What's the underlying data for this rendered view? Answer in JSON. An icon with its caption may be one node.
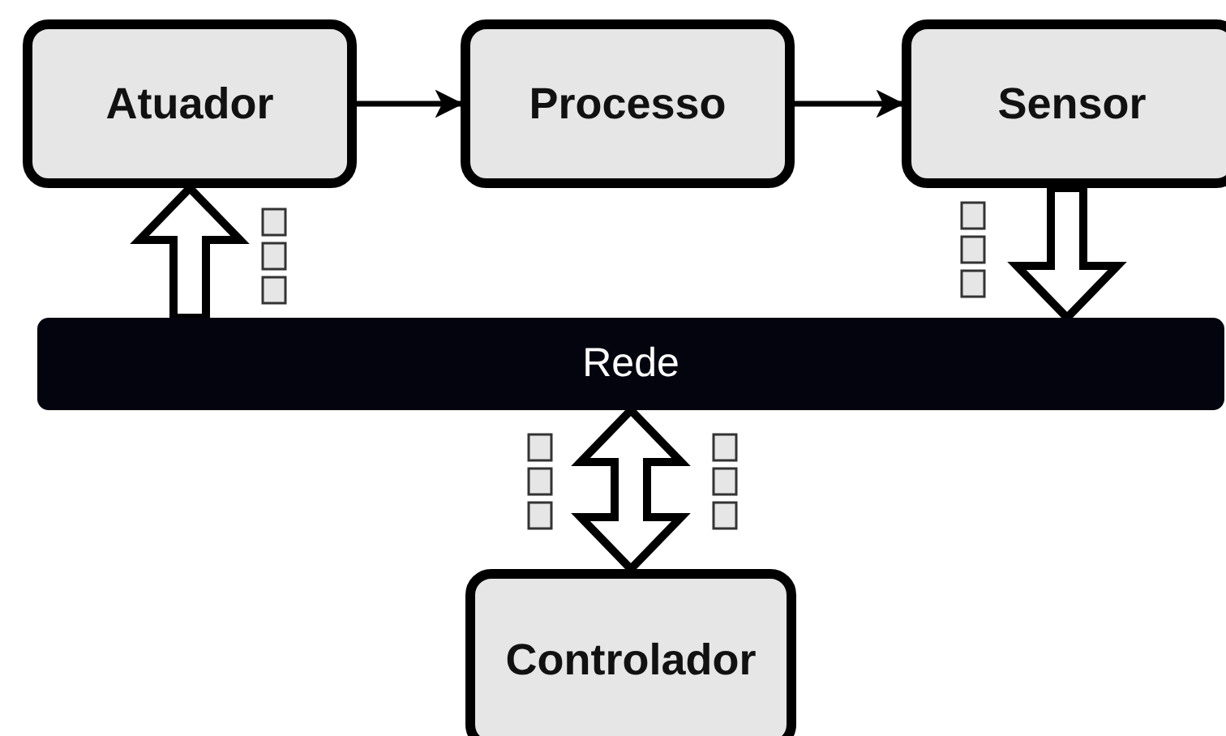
{
  "diagram": {
    "nodes": [
      {
        "text": [
          "Atuador"
        ]
      },
      {
        "text": [
          "Processo"
        ]
      },
      {
        "text": [
          "Sensor"
        ]
      },
      {
        "text": [
          "Rede"
        ]
      },
      {
        "text": [
          "Controlador"
        ]
      }
    ],
    "edges": [
      {
        "from": 0,
        "to": 1,
        "arrow": "to"
      },
      {
        "from": 1,
        "to": 2,
        "arrow": "to"
      },
      {
        "from": 3,
        "to": 0,
        "arrow": "to",
        "style": "thick"
      },
      {
        "from": 2,
        "to": 3,
        "arrow": "to",
        "style": "thick"
      },
      {
        "from": 3,
        "to": 4,
        "arrow": "both",
        "style": "thick"
      }
    ]
  }
}
